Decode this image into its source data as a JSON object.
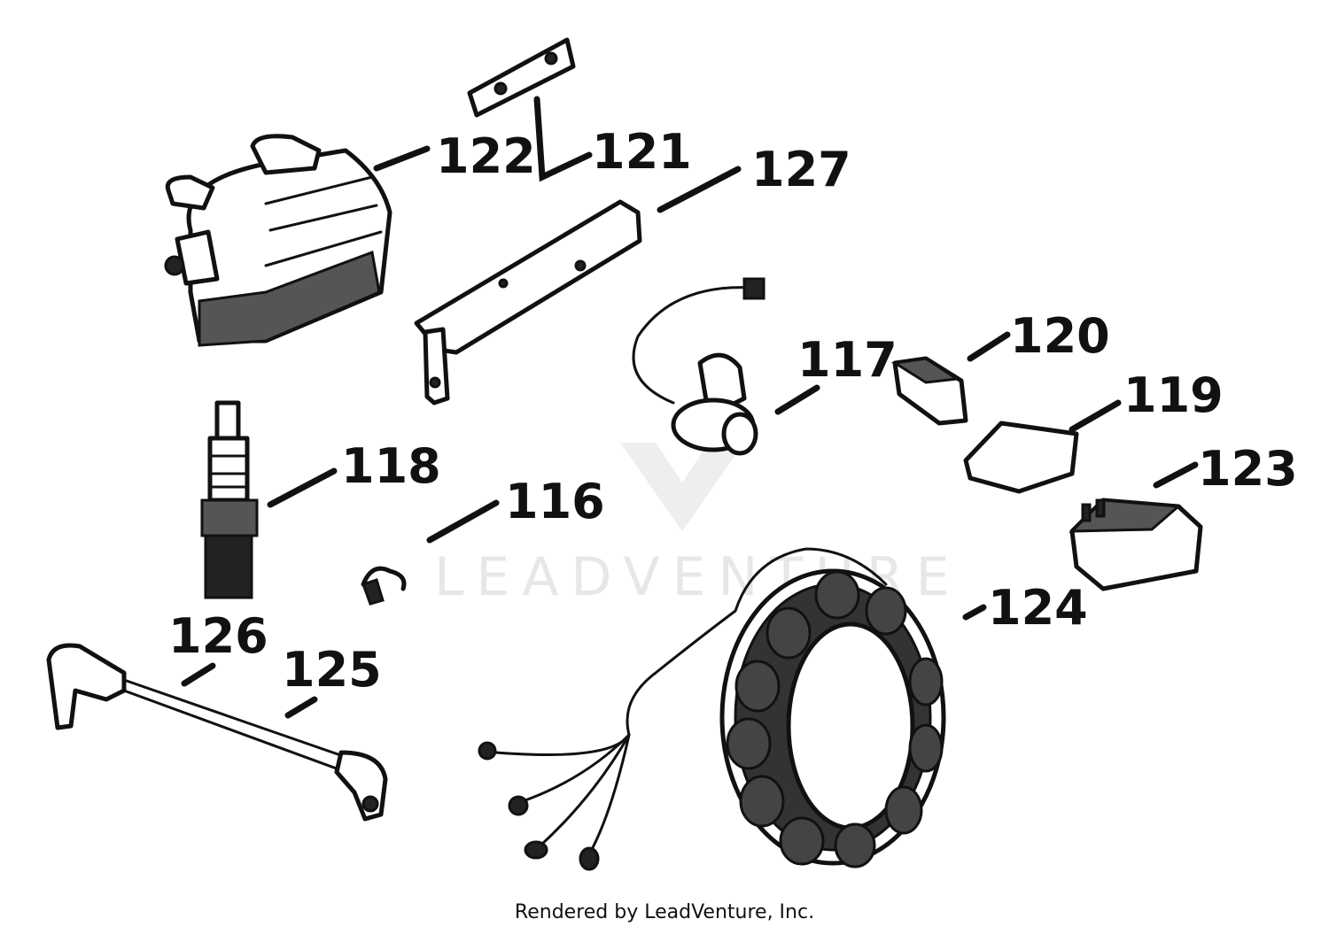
{
  "labels": {
    "p116": "116",
    "p117": "117",
    "p118": "118",
    "p119": "119",
    "p120": "120",
    "p121": "121",
    "p122": "122",
    "p123": "123",
    "p124": "124",
    "p125": "125",
    "p126": "126",
    "p127": "127"
  },
  "watermark": "LEADVENTURE",
  "footer": "Rendered by LeadVenture, Inc.",
  "colors": {
    "ink": "#111111",
    "background": "#ffffff",
    "watermark": "#e7e7e7"
  }
}
